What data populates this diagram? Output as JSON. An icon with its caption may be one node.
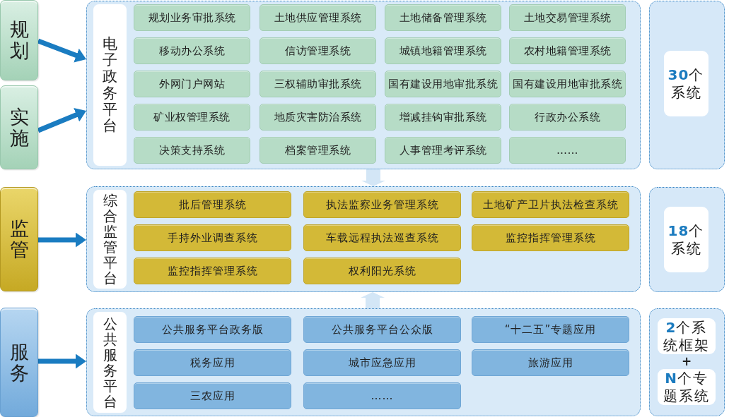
{
  "diagram": {
    "nodes": [
      {
        "text": [
          "规划"
        ]
      },
      {
        "text": [
          "实施"
        ]
      },
      {
        "text": [
          "电子政务平台"
        ]
      },
      {
        "text": [
          "规划业务审批系统"
        ],
        "in": 2
      },
      {
        "text": [
          "土地供应管理系统"
        ],
        "in": 2
      },
      {
        "text": [
          "土地储备管理系统"
        ],
        "in": 2
      },
      {
        "text": [
          "土地交易管理系统"
        ],
        "in": 2
      },
      {
        "text": [
          "移动办公系统"
        ],
        "in": 2
      },
      {
        "text": [
          "信访管理系统"
        ],
        "in": 2
      },
      {
        "text": [
          "城镇地籍管理系统"
        ],
        "in": 2
      },
      {
        "text": [
          "农村地籍管理系统"
        ],
        "in": 2
      },
      {
        "text": [
          "外网门户网站"
        ],
        "in": 2
      },
      {
        "text": [
          "三权辅助审批系统"
        ],
        "in": 2
      },
      {
        "text": [
          "国有建设用地审批系统"
        ],
        "in": 2
      },
      {
        "text": [
          "国有建设用地审批系统"
        ],
        "in": 2
      },
      {
        "text": [
          "矿业权管理系统"
        ],
        "in": 2
      },
      {
        "text": [
          "地质灾害防治系统"
        ],
        "in": 2
      },
      {
        "text": [
          "增减挂钩审批系统"
        ],
        "in": 2
      },
      {
        "text": [
          "行政办公系统"
        ],
        "in": 2
      },
      {
        "text": [
          "决策支持系统"
        ],
        "in": 2
      },
      {
        "text": [
          "档案管理系统"
        ],
        "in": 2
      },
      {
        "text": [
          "人事管理考评系统"
        ],
        "in": 2
      },
      {
        "text": [
          "……"
        ],
        "in": 2
      },
      {
        "text": [],
        "shape": "box"
      },
      {
        "text": [
          "**30**个系统"
        ],
        "in": 23
      },
      {
        "text": [
          "监管"
        ]
      },
      {
        "text": [
          "综合监管平台"
        ]
      },
      {
        "text": [
          "批后管理系统"
        ],
        "in": 26
      },
      {
        "text": [
          "执法监察业务管理系统"
        ],
        "in": 26
      },
      {
        "text": [
          "土地矿产卫片执法检查系统"
        ],
        "in": 26
      },
      {
        "text": [
          "手持外业调查系统"
        ],
        "in": 26
      },
      {
        "text": [
          "车载远程执法巡查系统"
        ],
        "in": 26
      },
      {
        "text": [
          "监控指挥管理系统"
        ],
        "in": 26
      },
      {
        "text": [
          "监控指挥管理系统"
        ],
        "in": 26
      },
      {
        "text": [
          "权利阳光系统"
        ],
        "in": 26
      },
      {
        "text": [],
        "shape": "box"
      },
      {
        "text": [
          "**18**个系统"
        ],
        "in": 35
      },
      {
        "text": [
          "服务"
        ]
      },
      {
        "text": [
          "公共服务平台"
        ]
      },
      {
        "text": [
          "公共服务平台政务版"
        ],
        "in": 38
      },
      {
        "text": [
          "公共服务平台公众版"
        ],
        "in": 38
      },
      {
        "text": [
          "“十二五”专题应用"
        ],
        "in": 38
      },
      {
        "text": [
          "税务应用"
        ],
        "in": 38
      },
      {
        "text": [
          "城市应急应用"
        ],
        "in": 38
      },
      {
        "text": [
          "旅游应用"
        ],
        "in": 38
      },
      {
        "text": [
          "三农应用"
        ],
        "in": 38
      },
      {
        "text": [
          "……"
        ],
        "in": 38
      },
      {
        "text": [],
        "shape": "box"
      },
      {
        "text": [
          "**2**个系统框架"
        ],
        "in": 47
      },
      {
        "text": [
          "**N**个专题系统"
        ],
        "in": 47
      }
    ],
    "edges": [
      {
        "from": 0,
        "to": 2,
        "arrow": "to"
      },
      {
        "from": 1,
        "to": 2,
        "arrow": "to"
      },
      {
        "from": 25,
        "to": 26,
        "arrow": "to"
      },
      {
        "from": 37,
        "to": 38,
        "arrow": "to"
      },
      {
        "from": 2,
        "to": 26,
        "arrow": "to",
        "style": "thick",
        "color": "#d3e6f6"
      },
      {
        "from": 38,
        "to": 26,
        "arrow": "to",
        "style": "thick",
        "color": "#d3e6f6"
      }
    ],
    "labels": [
      "+"
    ]
  }
}
